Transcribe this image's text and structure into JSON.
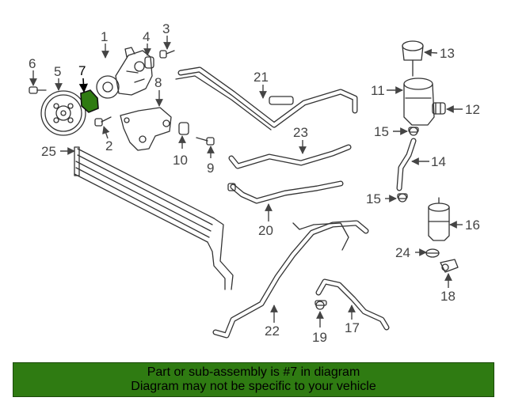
{
  "highlight": {
    "part_number": "7",
    "color": "#2f7b12"
  },
  "callouts": [
    "1",
    "2",
    "3",
    "4",
    "5",
    "6",
    "7",
    "8",
    "9",
    "10",
    "11",
    "12",
    "13",
    "14",
    "15",
    "15",
    "16",
    "17",
    "18",
    "19",
    "20",
    "21",
    "22",
    "23",
    "24",
    "25"
  ],
  "banner": {
    "line1": "Part or sub-assembly is #7 in diagram",
    "line2": "Diagram may not be specific to your vehicle",
    "color": "#2f7b12"
  }
}
